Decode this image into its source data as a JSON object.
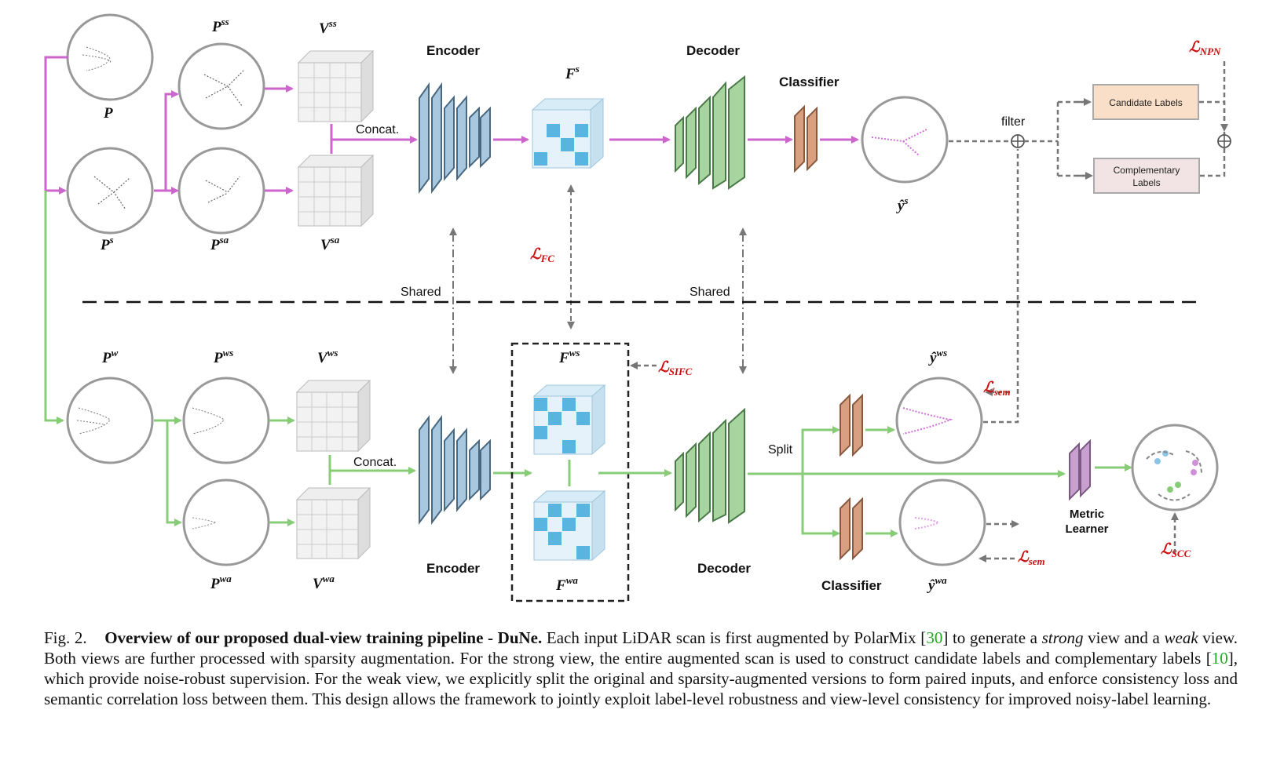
{
  "diagram": {
    "top": {
      "inputs": {
        "p": "P",
        "ps": "P",
        "ps_sup": "s",
        "pss": "P",
        "pss_sup": "ss",
        "psa": "P",
        "psa_sup": "sa",
        "vss": "V",
        "vss_sup": "ss",
        "vsa": "V",
        "vsa_sup": "sa"
      },
      "concat": "Concat.",
      "encoder": "Encoder",
      "feature": "F",
      "feature_sup": "s",
      "decoder": "Decoder",
      "classifier": "Classifier",
      "output": "ŷ",
      "output_sup": "s",
      "filter": "filter",
      "candidate_labels": "Candidate Labels",
      "complementary_labels_1": "Complementary",
      "complementary_labels_2": "Labels",
      "loss_npn": "ℒ",
      "loss_npn_sub": "NPN"
    },
    "middle": {
      "shared_left": "Shared",
      "shared_right": "Shared",
      "loss_fc": "ℒ",
      "loss_fc_sub": "FC"
    },
    "bottom": {
      "pw": "P",
      "pw_sup": "w",
      "pws": "P",
      "pws_sup": "ws",
      "pwa": "P",
      "pwa_sup": "wa",
      "vws": "V",
      "vws_sup": "ws",
      "vwa": "V",
      "vwa_sup": "wa",
      "concat": "Concat.",
      "encoder": "Encoder",
      "fws": "F",
      "fws_sup": "ws",
      "fwa": "F",
      "fwa_sup": "wa",
      "loss_sifc": "ℒ",
      "loss_sifc_sub": "SIFC",
      "decoder": "Decoder",
      "split": "Split",
      "classifier": "Classifier",
      "yws": "ŷ",
      "yws_sup": "ws",
      "ywa": "ŷ",
      "ywa_sup": "wa",
      "loss_sem_top": "ℒ",
      "loss_sem_top_sub": "sem",
      "loss_sem_bottom": "ℒ",
      "loss_sem_bottom_sub": "sem",
      "metric_learner_1": "Metric",
      "metric_learner_2": "Learner",
      "loss_scc": "ℒ",
      "loss_scc_sub": "SCC"
    },
    "colors": {
      "strong_arrow": "#cc66cc",
      "weak_arrow": "#88cc77",
      "encoder": "#a8c8e0",
      "decoder": "#a8d4a0",
      "classifier": "#d8a080",
      "loss": "#cc1010",
      "cube_accent": "#5ab4e0",
      "metric": "#c8a0d0"
    }
  },
  "caption": {
    "fig": "Fig. 2.",
    "title": "Overview of our proposed dual-view training pipeline - DuNe.",
    "t1": " Each input LiDAR scan is first augmented by PolarMix [",
    "ref1": "30",
    "t2": "] to generate a ",
    "strong": "strong",
    "t3": " view and a ",
    "weak": "weak",
    "t4": " view. Both views are further processed with sparsity augmentation. For the strong view, the entire augmented scan is used to construct candidate labels and complementary labels [",
    "ref2": "10",
    "t5": "], which provide noise-robust supervision. For the weak view, we explicitly split the original and sparsity-augmented versions to form paired inputs, and enforce consistency loss and semantic correlation loss between them. This design allows the framework to jointly exploit label-level robustness and view-level consistency for improved noisy-label learning."
  }
}
